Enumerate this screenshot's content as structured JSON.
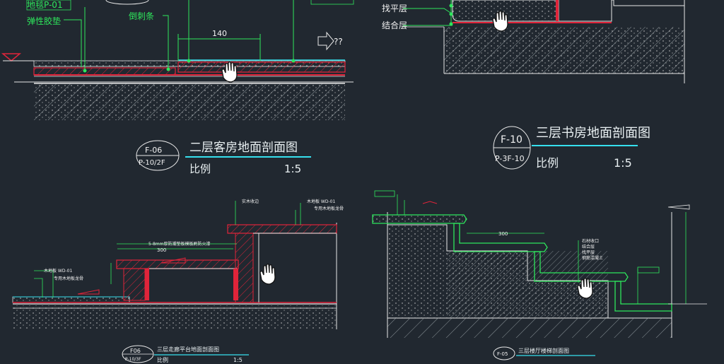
{
  "colors": {
    "background": "#212830",
    "leader_green": "#2ee65c",
    "accent_red": "#e0243a",
    "title_cyan": "#36e0ee",
    "ink_white": "#e8e8e8",
    "hatch_gray": "#9aa3a8"
  },
  "panel1": {
    "label_material": "地毯P-01",
    "label_pad": "弹性胶垫",
    "label_strip": "倒刺条",
    "dimension": "140",
    "ref_mark": "??",
    "bubble_top": "F-06",
    "bubble_bottom": "P-10/2F",
    "title": "二层客房地面剖面图",
    "scale_label": "比例",
    "scale_value": "1:5"
  },
  "panel2": {
    "label_leveling": "找平层",
    "label_bond": "结合层",
    "bubble_top": "F-10",
    "bubble_bottom": "P-3F-10",
    "title": "三层书房地面剖面图",
    "scale_label": "比例",
    "scale_value": "1:5"
  },
  "panel3": {
    "label_board": "5-8mm厚防潮垫板模板刷防火漆",
    "dimension": "300",
    "label_floor": "木地板 WD-01",
    "label_keel": "专用木地板龙骨",
    "label_top_a": "实木收边",
    "label_top_b": "木地板 WD-01",
    "label_top_c": "专用木地板龙骨",
    "bubble_top": "F06",
    "bubble_bottom": "P-10/3F",
    "title": "三层走廊平台地面剖面图",
    "scale_label": "比例",
    "scale_value": "1:5"
  },
  "panel4": {
    "dimension": "300",
    "label_stone_a": "石材收口",
    "label_stone_b": "结合层",
    "label_stone_c": "找平层",
    "label_stone_d": "钢筋混凝土",
    "bubble_top": "F-05",
    "title": "三层楼厅楼梯剖面图"
  },
  "icons": [
    "hand-cursor-icon",
    "arrow-right-icon",
    "section-bubble-icon"
  ]
}
